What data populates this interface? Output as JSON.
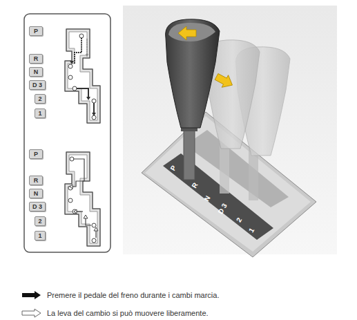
{
  "diagram": {
    "nodes": [
      {
        "text": [
          "P"
        ]
      },
      {
        "text": [
          "R"
        ]
      },
      {
        "text": [
          "N"
        ]
      },
      {
        "text": [
          "D 3"
        ]
      },
      {
        "text": [
          "2"
        ]
      },
      {
        "text": [
          "1"
        ]
      },
      {
        "text": [
          "P"
        ]
      },
      {
        "text": [
          "R"
        ]
      },
      {
        "text": [
          "N"
        ]
      },
      {
        "text": [
          "D 3"
        ]
      },
      {
        "text": [
          "2"
        ]
      },
      {
        "text": [
          "1"
        ]
      }
    ],
    "labels": [
      "P",
      "R",
      "N",
      "D 3",
      "2",
      "1"
    ],
    "legend": [
      {
        "text": "Premere il pedale del freno durante i cambi marcia."
      },
      {
        "text": "La leva del cambio si può muovere liberamente."
      }
    ]
  }
}
